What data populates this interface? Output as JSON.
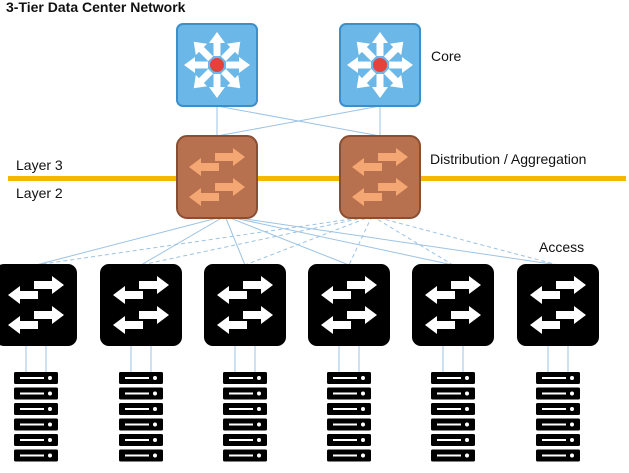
{
  "diagram": {
    "title": "3-Tier Data Center Network",
    "labels": {
      "core": "Core",
      "distribution": "Distribution / Aggregation",
      "layer3": "Layer 3",
      "layer2": "Layer 2",
      "access": "Access"
    },
    "colors": {
      "core_fill": "#6ab7e8",
      "core_border": "#3d8fc9",
      "core_center": "#e8413c",
      "dist_fill": "#b7714f",
      "dist_border": "#8a4f33",
      "dist_arrow": "#f4a772",
      "access_fill": "#000000",
      "layer_line": "#f5b800",
      "link": "#9cc3e4"
    },
    "icons": {
      "core": "core-router-icon",
      "distribution": "distribution-switch-icon",
      "access": "access-switch-icon",
      "server": "server-rack-icon"
    },
    "counts": {
      "core": 2,
      "distribution": 2,
      "access": 6,
      "servers_per_rack": 6
    }
  }
}
